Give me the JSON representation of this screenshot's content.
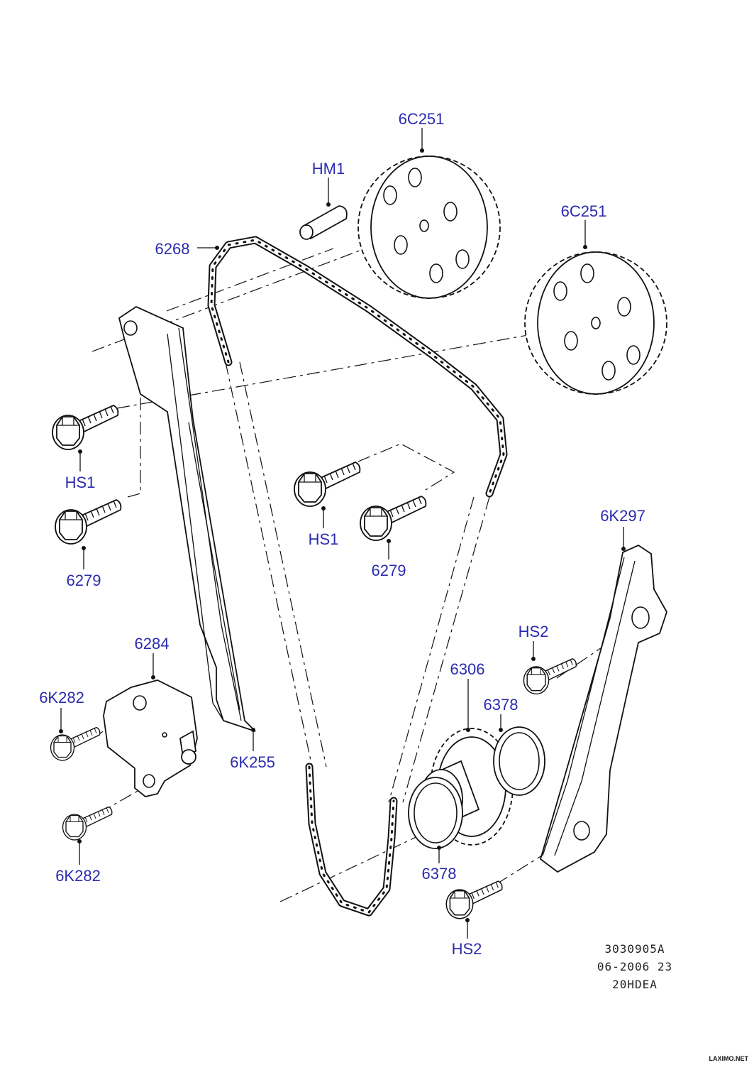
{
  "callouts": {
    "sprocket_upper": "6C251",
    "sprocket_right": "6C251",
    "dowel": "HM1",
    "chain": "6268",
    "bolt_hs1_left": "HS1",
    "bolt_6279_left": "6279",
    "bolt_hs1_center": "HS1",
    "bolt_6279_center": "6279",
    "guide_right": "6K297",
    "tensioner": "6284",
    "tensioner_bolt_top": "6K282",
    "tensioner_bolt_bottom": "6K282",
    "guide_left": "6K255",
    "bolt_hs2_upper": "HS2",
    "crank_sprocket": "6306",
    "washer_right": "6378",
    "washer_left": "6378",
    "bolt_hs2_lower": "HS2"
  },
  "meta": {
    "code": "3030905A",
    "date": "06-2006 23",
    "engine": "20HDEA"
  },
  "watermark": "LAXIMO.NET",
  "colors": {
    "callout": "#2b2bb0",
    "line": "#111111",
    "background": "#ffffff"
  }
}
